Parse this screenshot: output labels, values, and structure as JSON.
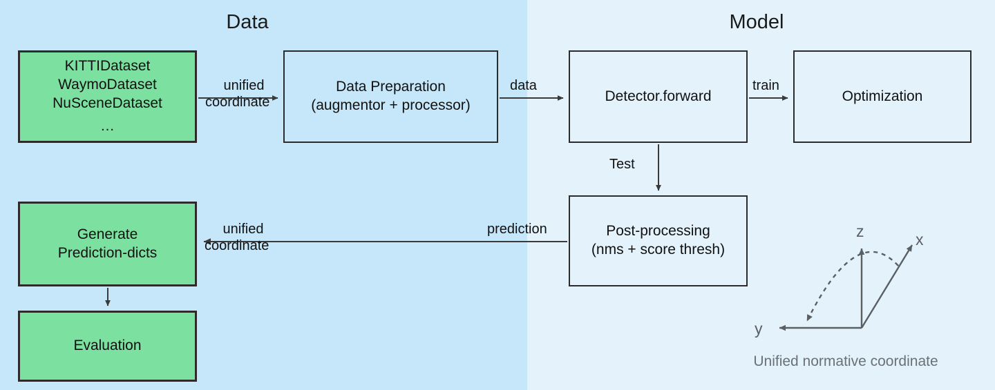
{
  "diagram": {
    "title_data": "Data",
    "title_model": "Model",
    "colors": {
      "panel_data_bg": "#c6e6f9",
      "panel_model_bg": "#e3f2fb",
      "node_green": "#7ce0a0",
      "node_border": "#2b2b2b",
      "arrow": "#3a3a3a",
      "coord_axis": "#5a5f63",
      "caption_text": "#6b7175"
    }
  },
  "nodes": {
    "datasets": {
      "line1": "KITTIDataset",
      "line2": "WaymoDataset",
      "line3": "NuSceneDataset",
      "line4": "…"
    },
    "data_preparation": {
      "line1": "Data Preparation",
      "line2": "(augmentor + processor)"
    },
    "detector_forward": {
      "line1": "Detector.forward"
    },
    "optimization": {
      "line1": "Optimization"
    },
    "post_processing": {
      "line1": "Post-processing",
      "line2": "(nms + score thresh)"
    },
    "generate_prediction_dicts": {
      "line1": "Generate",
      "line2": "Prediction-dicts"
    },
    "evaluation": {
      "line1": "Evaluation"
    }
  },
  "edges": {
    "datasets_to_prep": {
      "line1": "unified",
      "line2": "coordinate"
    },
    "prep_to_detector": {
      "line1": "data"
    },
    "detector_to_optimization": {
      "line1": "train"
    },
    "detector_to_postprocessing": {
      "line1": "Test"
    },
    "postprocessing_to_generate": {
      "line1": "prediction"
    },
    "generate_back_coordinate": {
      "line1": "unified",
      "line2": "coordinate"
    }
  },
  "coordinate_frame": {
    "axis_z": "z",
    "axis_x": "x",
    "axis_y": "y",
    "caption": "Unified normative coordinate"
  }
}
